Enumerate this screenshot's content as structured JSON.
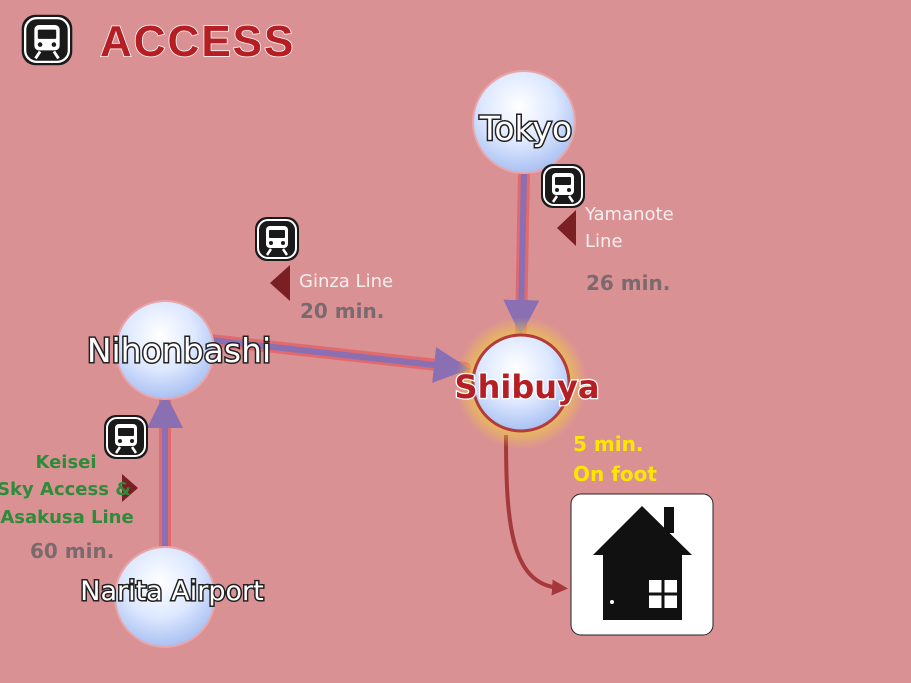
{
  "header": {
    "title": "ACCESS",
    "icon": "train-icon"
  },
  "stations": {
    "tokyo": "Tokyo",
    "nihonbashi": "Nihonbashi",
    "shibuya": "Shibuya",
    "narita": "Narita Airport"
  },
  "routes": {
    "yamanote": {
      "line1": "Yamanote",
      "line2": "Line",
      "time": "26 min."
    },
    "ginza": {
      "line": "Ginza Line",
      "time": "20 min."
    },
    "keisei": {
      "line1": "Keisei",
      "line2": "Sky Access &",
      "line3": "Asakusa Line",
      "time": "60 min."
    },
    "walk": {
      "time": "5 min.",
      "mode": "On foot"
    }
  },
  "destination": {
    "icon": "house-icon"
  },
  "colors": {
    "background": "#da9194",
    "accent": "#b51f24",
    "route": "#8a6fb3",
    "walk": "#a5383b",
    "station_fill": "#cfe0ff",
    "keisei_text": "#2e8b3a",
    "foot_text": "#ffe600"
  }
}
